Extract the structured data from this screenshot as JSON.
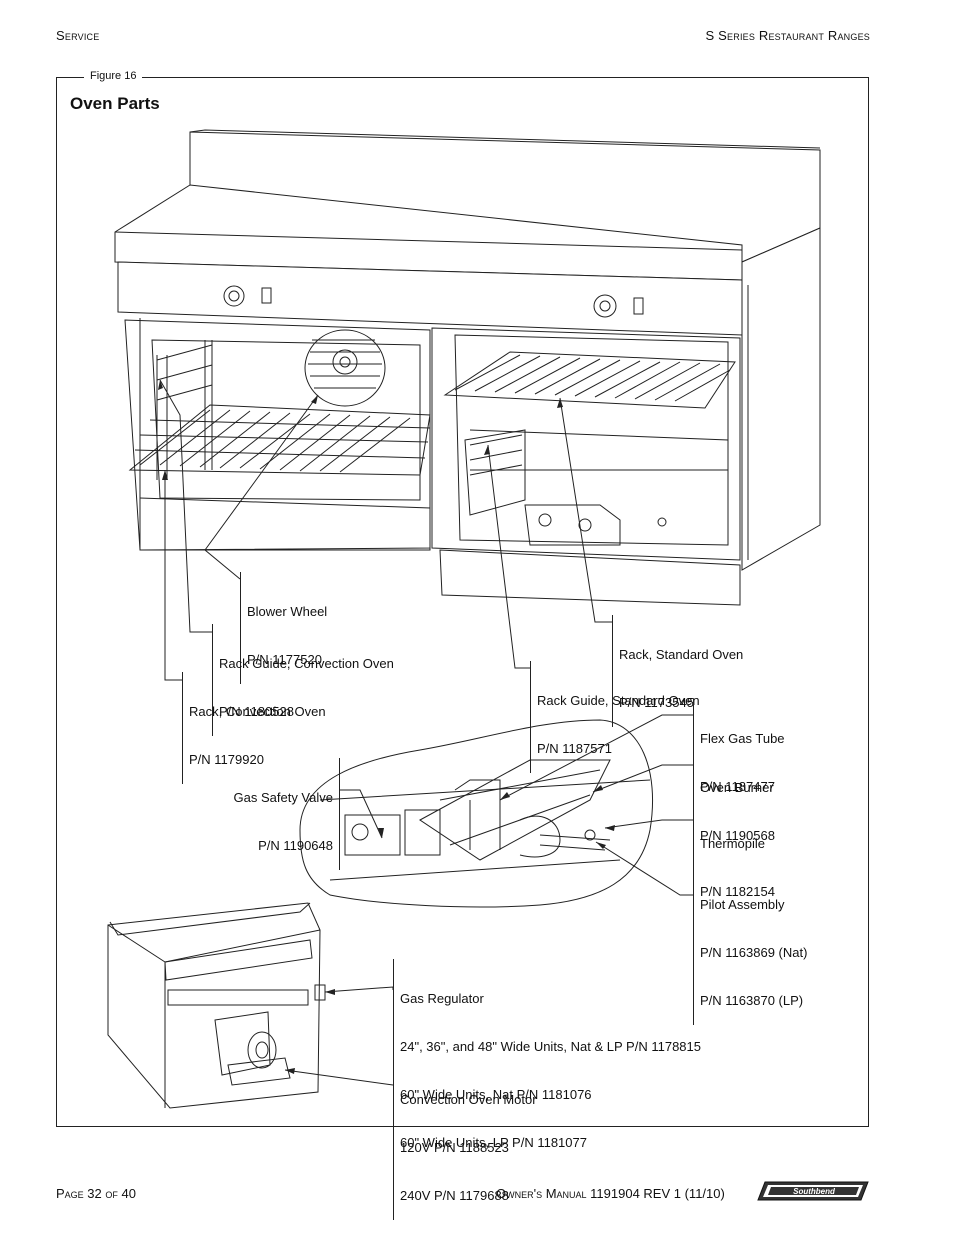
{
  "header": {
    "left": "Service",
    "right": "S Series Restaurant Ranges"
  },
  "figure": {
    "label": "Figure 16",
    "title": "Oven Parts"
  },
  "callouts": {
    "blower_wheel": [
      "Blower Wheel",
      "P/N 1177520"
    ],
    "rack_guide_convection": [
      "Rack Guide, Convection Oven",
      "P/N 1180528"
    ],
    "rack_convection": [
      "Rack, Convection Oven",
      "P/N 1179920"
    ],
    "rack_standard": [
      "Rack, Standard Oven",
      "P/N 1173545"
    ],
    "rack_guide_standard": [
      "Rack Guide, Standard Oven",
      "P/N 1187571"
    ],
    "flex_gas_tube": [
      "Flex Gas Tube",
      "P/N 1187477"
    ],
    "oven_burner": [
      "Oven Burner",
      "P/N 1190568"
    ],
    "gas_safety_valve": [
      "Gas Safety Valve",
      "P/N 1190648"
    ],
    "thermopile": [
      "Thermopile",
      "P/N 1182154"
    ],
    "pilot_assembly": [
      "Pilot Assembly",
      "P/N 1163869 (Nat)",
      "P/N 1163870 (LP)"
    ],
    "gas_regulator": [
      "Gas Regulator",
      "24\", 36\", and 48\" Wide Units, Nat & LP P/N 1178815",
      "60\" Wide Units, Nat P/N 1181076",
      "60\" Wide Units, LP P/N 1181077"
    ],
    "convection_motor": [
      "Convection Oven Motor",
      "120V P/N 1188523",
      "240V P/N 1179688"
    ]
  },
  "footer": {
    "left": "Page 32 of 40",
    "right": "Owner's Manual 1191904 REV 1 (11/10)",
    "logo_text": "Southbend"
  }
}
